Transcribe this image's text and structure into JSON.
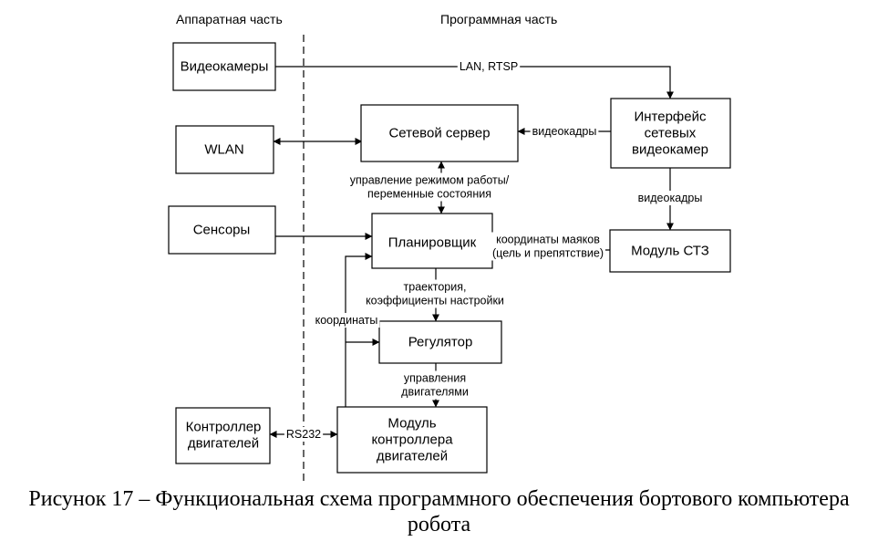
{
  "sections": {
    "hardware": "Аппаратная часть",
    "software": "Программная часть"
  },
  "blocks": {
    "cameras": [
      "Видеокамеры"
    ],
    "wlan": [
      "WLAN"
    ],
    "sensors": [
      "Сенсоры"
    ],
    "motor_controller": [
      "Контроллер",
      "двигателей"
    ],
    "network_server": [
      "Сетевой сервер"
    ],
    "camera_interface": [
      "Интерфейс",
      "сетевых",
      "видеокамер"
    ],
    "planner": [
      "Планировщик"
    ],
    "stz_module": [
      "Модуль СТЗ"
    ],
    "regulator": [
      "Регулятор"
    ],
    "motor_controller_module": [
      "Модуль",
      "контроллера",
      "двигателей"
    ]
  },
  "labels": {
    "lan_rtsp": [
      "LAN, RTSP"
    ],
    "videoframes_1": [
      "видеокадры"
    ],
    "videoframes_2": [
      "видеокадры"
    ],
    "mode_control": [
      "управление режимом работы/",
      "переменные состояния"
    ],
    "beacon_coords": [
      "координаты маяков",
      "(цель и препятствие)"
    ],
    "trajectory": [
      "траектория,",
      "коэффициенты настройки"
    ],
    "coordinates": [
      "координаты"
    ],
    "motor_control": [
      "управления",
      "двигателями"
    ],
    "rs232": [
      "RS232"
    ]
  },
  "caption": "Рисунок 17 – Функциональная схема программного обеспечения бортового компьютера робота"
}
